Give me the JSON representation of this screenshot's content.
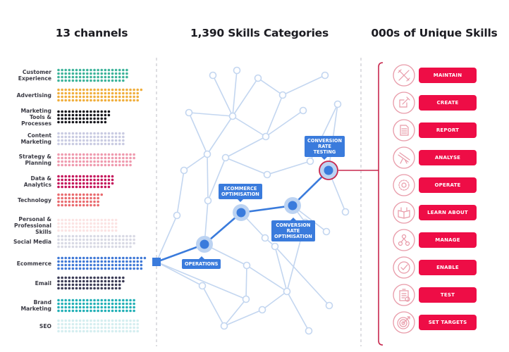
{
  "titles": {
    "left": "13 channels",
    "middle": "1,390 Skills Categories",
    "right": "000s of Unique Skills"
  },
  "channels": [
    {
      "label": "Customer\nExperience",
      "color": "#3cb39a",
      "dots": [
        20,
        20,
        20,
        19
      ]
    },
    {
      "label": "Advertising",
      "color": "#f0ae3c",
      "dots": [
        24,
        23,
        23,
        23
      ]
    },
    {
      "label": "Marketing\nTools &\nProcesses",
      "color": "#16161c",
      "dots": [
        15,
        15,
        14,
        14
      ]
    },
    {
      "label": "Content\nMarketing",
      "color": "#c9cbe2",
      "dots": [
        19,
        19,
        19,
        19
      ]
    },
    {
      "label": "Strategy &\nPlanning",
      "color": "#ef9aae",
      "dots": [
        22,
        22,
        21,
        21
      ]
    },
    {
      "label": "Data &\nAnalytics",
      "color": "#c4145a",
      "dots": [
        16,
        16,
        16,
        15
      ]
    },
    {
      "label": "Technology",
      "color": "#e96a6e",
      "dots": [
        13,
        12,
        12,
        12
      ]
    },
    {
      "label": "Personal &\nProfessional\nSkills",
      "color": "#fbe3e3",
      "dots": [
        17,
        17,
        17,
        17
      ]
    },
    {
      "label": "Social Media",
      "color": "#d8d9e4",
      "dots": [
        22,
        22,
        22,
        21
      ]
    },
    {
      "label": "Ecommerce",
      "color": "#3f78d6",
      "dots": [
        25,
        24,
        24,
        24
      ]
    },
    {
      "label": "Email",
      "color": "#3b3b55",
      "dots": [
        19,
        19,
        18,
        18
      ]
    },
    {
      "label": "Brand\nMarketing",
      "color": "#22b0b6",
      "dots": [
        22,
        22,
        22,
        22
      ]
    },
    {
      "label": "SEO",
      "color": "#d5eef0",
      "dots": [
        23,
        23,
        23,
        23
      ]
    }
  ],
  "path_tags": {
    "operations": "OPERATIONS",
    "ecommerce_optimisation": "ECOMMERCE\nOPTIMISATION",
    "conversion_rate_optimisation": "CONVERSION\nRATE\nOPTIMISATION",
    "conversion_rate_testing": "CONVERSION\nRATE\nTESTING"
  },
  "skills": [
    {
      "label": "MAINTAIN",
      "icon": "tools-icon"
    },
    {
      "label": "CREATE",
      "icon": "edit-icon"
    },
    {
      "label": "REPORT",
      "icon": "document-icon"
    },
    {
      "label": "ANALYSE",
      "icon": "telescope-icon"
    },
    {
      "label": "OPERATE",
      "icon": "gear-icon"
    },
    {
      "label": "LEARN ABOUT",
      "icon": "book-icon"
    },
    {
      "label": "MANAGE",
      "icon": "org-chart-icon"
    },
    {
      "label": "ENABLE",
      "icon": "check-icon"
    },
    {
      "label": "TEST",
      "icon": "clipboard-icon"
    },
    {
      "label": "SET TARGETS",
      "icon": "target-icon"
    }
  ],
  "colors": {
    "network_line": "#c3d6f0",
    "path_blue": "#3a7bdc",
    "skill_red": "#ee0d46",
    "bracket_red": "#c8284e"
  }
}
